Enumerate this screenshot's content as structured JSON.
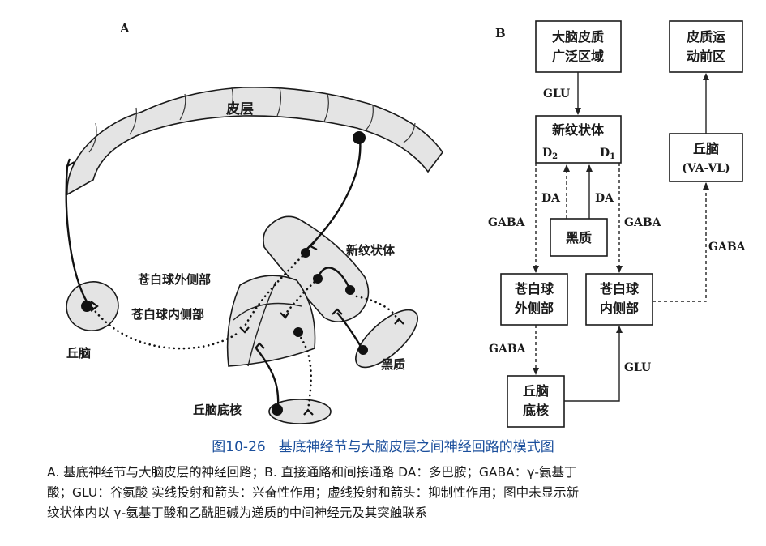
{
  "panel_a": {
    "panel_label": "A",
    "cortex_label": "皮层",
    "striatum_label": "新纹状体",
    "gpe_label": "苍白球外侧部",
    "gpi_label": "苍白球内侧部",
    "thalamus_label": "丘脑",
    "substantia_nigra_label": "黑质",
    "stn_label": "丘脑底核"
  },
  "panel_b": {
    "panel_label": "B",
    "cortex_box": [
      "大脑皮质",
      "广泛区域"
    ],
    "premotor_box": [
      "皮质运",
      "动前区"
    ],
    "striatum_box": "新纹状体",
    "d2_label": "D",
    "d2_sub": "2",
    "d1_label": "D",
    "d1_sub": "1",
    "thalamus_box": [
      "丘脑",
      "(VA-VL)"
    ],
    "sn_box": "黑质",
    "gpe_box": [
      "苍白球",
      "外侧部"
    ],
    "gpi_box": [
      "苍白球",
      "内侧部"
    ],
    "stn_box": [
      "丘脑",
      "底核"
    ],
    "glu_top": "GLU",
    "da_left": "DA",
    "da_right": "DA",
    "gaba_left": "GABA",
    "gaba_right": "GABA",
    "gaba_thal": "GABA",
    "gaba_stn": "GABA",
    "glu_bottom": "GLU"
  },
  "caption": {
    "figure_number": "图10-26",
    "title": "基底神经节与大脑皮层之间神经回路的模式图",
    "lines": [
      "A. 基底神经节与大脑皮层的神经回路；B. 直接通路和间接通路   DA：多巴胺；GABA：γ-氨基丁",
      "酸；GLU：谷氨酸   实线投射和箭头：兴奋性作用；虚线投射和箭头：抑制性作用；图中未显示新",
      "纹状体内以 γ-氨基丁酸和乙酰胆碱为递质的中间神经元及其突触联系"
    ]
  },
  "colors": {
    "caption_title": "#1b4f9c",
    "region_fill": "#e4e4e4",
    "ink": "#1a1a1a"
  }
}
